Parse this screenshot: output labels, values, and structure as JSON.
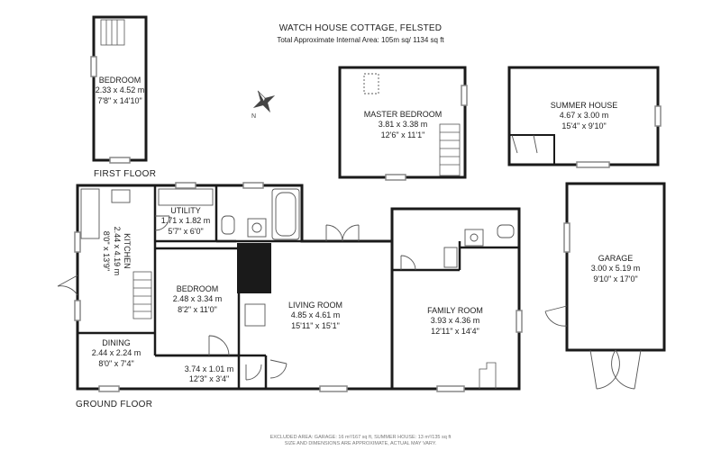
{
  "header": {
    "title": "WATCH HOUSE COTTAGE, FELSTED",
    "subtitle": "Total Approximate Internal Area: 105m sq/ 1134 sq ft"
  },
  "floors": {
    "first": "FIRST FLOOR",
    "ground": "GROUND FLOOR"
  },
  "rooms": {
    "bedroom_upper": {
      "name": "BEDROOM",
      "metric": "2.33 x 4.52 m",
      "imperial": "7'8\" x 14'10\""
    },
    "master_bedroom": {
      "name": "MASTER BEDROOM",
      "metric": "3.81 x 3.38 m",
      "imperial": "12'6\" x 11'1\""
    },
    "summer_house": {
      "name": "SUMMER HOUSE",
      "metric": "4.67 x 3.00 m",
      "imperial": "15'4\" x 9'10\""
    },
    "garage": {
      "name": "GARAGE",
      "metric": "3.00 x 5.19 m",
      "imperial": "9'10\" x 17'0\""
    },
    "utility": {
      "name": "UTILITY",
      "metric": "1.71 x 1.82 m",
      "imperial": "5'7\" x 6'0\""
    },
    "kitchen": {
      "name": "KITCHEN",
      "metric": "2.44 x 4.19 m",
      "imperial": "8'0\" x 13'9\""
    },
    "bedroom_ground": {
      "name": "BEDROOM",
      "metric": "2.48 x 3.34 m",
      "imperial": "8'2\" x 11'0\""
    },
    "living_room": {
      "name": "LIVING ROOM",
      "metric": "4.85 x 4.61 m",
      "imperial": "15'11\" x 15'1\""
    },
    "family_room": {
      "name": "FAMILY ROOM",
      "metric": "3.93 x 4.36 m",
      "imperial": "12'11\" x 14'4\""
    },
    "dining": {
      "name": "DINING",
      "metric": "2.44 x 2.24 m",
      "imperial": "8'0\" x 7'4\""
    },
    "hall": {
      "metric": "3.74 x 1.01 m",
      "imperial": "12'3\" x 3'4\""
    }
  },
  "footer": {
    "line1": "EXCLUDED AREA: GARAGE: 16 m²/167 sq ft, SUMMER HOUSE: 13 m²/135 sq ft",
    "line2": "SIZE AND DIMENSIONS ARE APPROXIMATE, ACTUAL MAY VARY."
  },
  "compass": {
    "label": "N"
  },
  "colors": {
    "wall": "#1a1a1a",
    "fixture": "#555555",
    "window": "#888888",
    "text": "#222222"
  }
}
